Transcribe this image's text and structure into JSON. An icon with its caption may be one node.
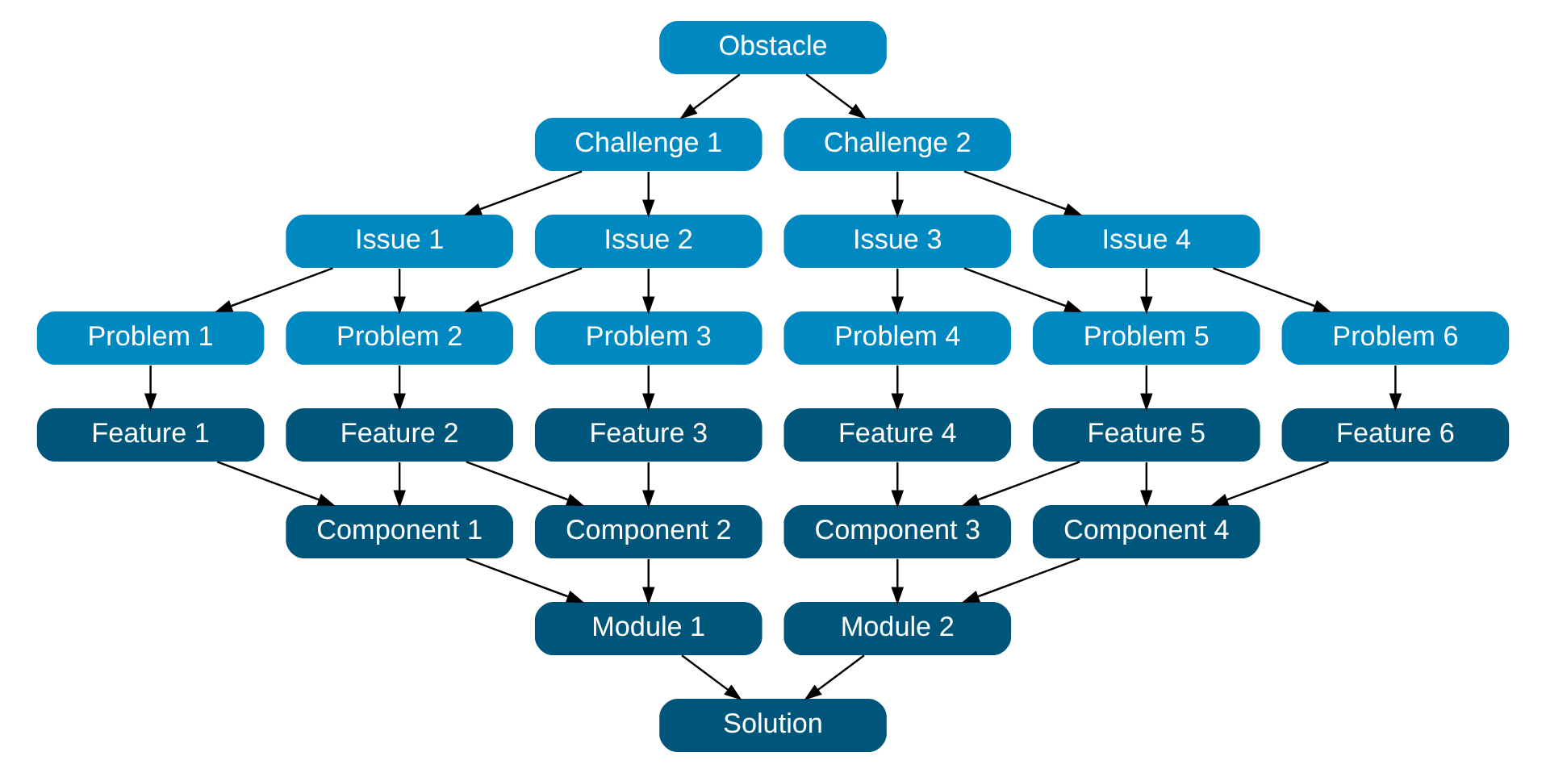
{
  "diagram": {
    "nodes": [
      {
        "text": [
          "Obstacle"
        ]
      },
      {
        "text": [
          "Challenge 1"
        ]
      },
      {
        "text": [
          "Challenge 2"
        ]
      },
      {
        "text": [
          "Issue 1"
        ]
      },
      {
        "text": [
          "Issue 2"
        ]
      },
      {
        "text": [
          "Issue 3"
        ]
      },
      {
        "text": [
          "Issue 4"
        ]
      },
      {
        "text": [
          "Problem 1"
        ]
      },
      {
        "text": [
          "Problem 2"
        ]
      },
      {
        "text": [
          "Problem 3"
        ]
      },
      {
        "text": [
          "Problem 4"
        ]
      },
      {
        "text": [
          "Problem 5"
        ]
      },
      {
        "text": [
          "Problem 6"
        ]
      },
      {
        "text": [
          "Feature 1"
        ]
      },
      {
        "text": [
          "Feature 2"
        ]
      },
      {
        "text": [
          "Feature 3"
        ]
      },
      {
        "text": [
          "Feature 4"
        ]
      },
      {
        "text": [
          "Feature 5"
        ]
      },
      {
        "text": [
          "Feature 6"
        ]
      },
      {
        "text": [
          "Component 1"
        ]
      },
      {
        "text": [
          "Component 2"
        ]
      },
      {
        "text": [
          "Component 3"
        ]
      },
      {
        "text": [
          "Component 4"
        ]
      },
      {
        "text": [
          "Module 1"
        ]
      },
      {
        "text": [
          "Module 2"
        ]
      },
      {
        "text": [
          "Solution"
        ]
      }
    ],
    "edges": [
      {
        "from": 0,
        "to": 1,
        "arrow": "to"
      },
      {
        "from": 0,
        "to": 2,
        "arrow": "to"
      },
      {
        "from": 1,
        "to": 3,
        "arrow": "to"
      },
      {
        "from": 1,
        "to": 4,
        "arrow": "to"
      },
      {
        "from": 2,
        "to": 5,
        "arrow": "to"
      },
      {
        "from": 2,
        "to": 6,
        "arrow": "to"
      },
      {
        "from": 3,
        "to": 7,
        "arrow": "to"
      },
      {
        "from": 3,
        "to": 8,
        "arrow": "to"
      },
      {
        "from": 4,
        "to": 8,
        "arrow": "to"
      },
      {
        "from": 4,
        "to": 9,
        "arrow": "to"
      },
      {
        "from": 5,
        "to": 10,
        "arrow": "to"
      },
      {
        "from": 5,
        "to": 11,
        "arrow": "to"
      },
      {
        "from": 6,
        "to": 11,
        "arrow": "to"
      },
      {
        "from": 6,
        "to": 12,
        "arrow": "to"
      },
      {
        "from": 7,
        "to": 13,
        "arrow": "to"
      },
      {
        "from": 8,
        "to": 14,
        "arrow": "to"
      },
      {
        "from": 9,
        "to": 15,
        "arrow": "to"
      },
      {
        "from": 10,
        "to": 16,
        "arrow": "to"
      },
      {
        "from": 11,
        "to": 17,
        "arrow": "to"
      },
      {
        "from": 12,
        "to": 18,
        "arrow": "to"
      },
      {
        "from": 13,
        "to": 19,
        "arrow": "to"
      },
      {
        "from": 14,
        "to": 19,
        "arrow": "to"
      },
      {
        "from": 14,
        "to": 20,
        "arrow": "to"
      },
      {
        "from": 15,
        "to": 20,
        "arrow": "to"
      },
      {
        "from": 16,
        "to": 21,
        "arrow": "to"
      },
      {
        "from": 17,
        "to": 21,
        "arrow": "to"
      },
      {
        "from": 17,
        "to": 22,
        "arrow": "to"
      },
      {
        "from": 18,
        "to": 22,
        "arrow": "to"
      },
      {
        "from": 19,
        "to": 23,
        "arrow": "to"
      },
      {
        "from": 20,
        "to": 23,
        "arrow": "to"
      },
      {
        "from": 21,
        "to": 24,
        "arrow": "to"
      },
      {
        "from": 22,
        "to": 24,
        "arrow": "to"
      },
      {
        "from": 23,
        "to": 25,
        "arrow": "to"
      },
      {
        "from": 24,
        "to": 25,
        "arrow": "to"
      }
    ]
  }
}
